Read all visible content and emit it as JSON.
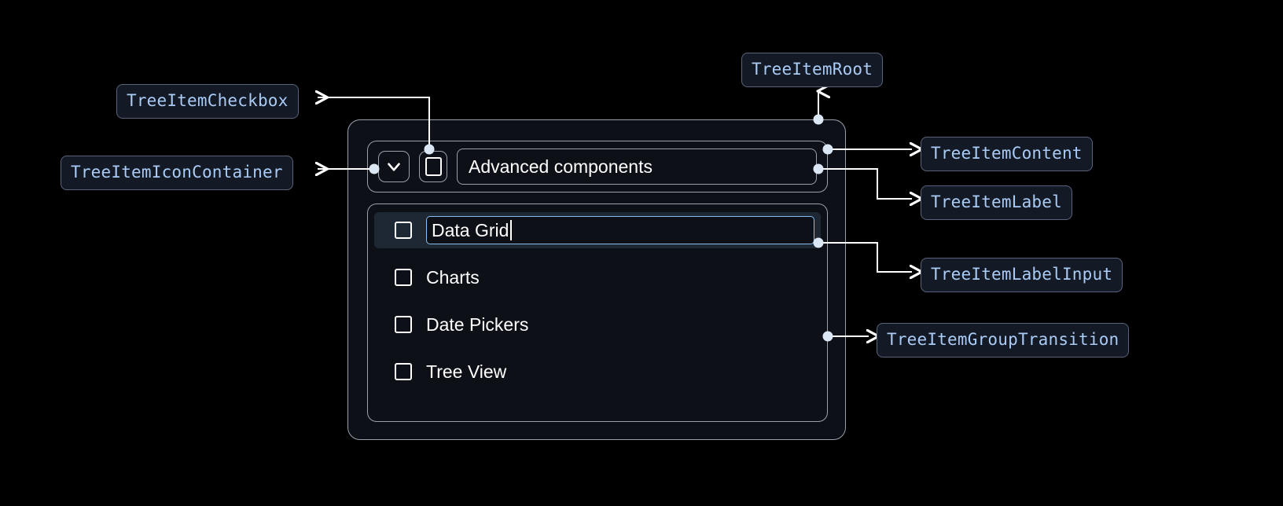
{
  "theme": {
    "background": "#000000",
    "chip_bg": "#141a25",
    "chip_border": "#59637a",
    "chip_text": "#a9cbf5",
    "panel_bg": "#0d1117",
    "panel_border": "#9aa1ac",
    "selected_row_bg": "#1e2835",
    "input_focus_border": "#88bdf0",
    "connector": "#ffffff",
    "text": "#ffffff"
  },
  "annotations": [
    {
      "id": "checkbox",
      "label": "TreeItemCheckbox"
    },
    {
      "id": "icon_container",
      "label": "TreeItemIconContainer"
    },
    {
      "id": "root",
      "label": "TreeItemRoot"
    },
    {
      "id": "content",
      "label": "TreeItemContent"
    },
    {
      "id": "label",
      "label": "TreeItemLabel"
    },
    {
      "id": "label_input",
      "label": "TreeItemLabelInput"
    },
    {
      "id": "group_transition",
      "label": "TreeItemGroupTransition"
    }
  ],
  "tree": {
    "root_item": {
      "label": "Advanced components",
      "expanded": true,
      "checked": false,
      "icon": "chevron-down-icon"
    },
    "children": [
      {
        "label": "Data Grid",
        "checked": false,
        "editing": true,
        "selected": true
      },
      {
        "label": "Charts",
        "checked": false,
        "editing": false,
        "selected": false
      },
      {
        "label": "Date Pickers",
        "checked": false,
        "editing": false,
        "selected": false
      },
      {
        "label": "Tree View",
        "checked": false,
        "editing": false,
        "selected": false
      }
    ]
  }
}
